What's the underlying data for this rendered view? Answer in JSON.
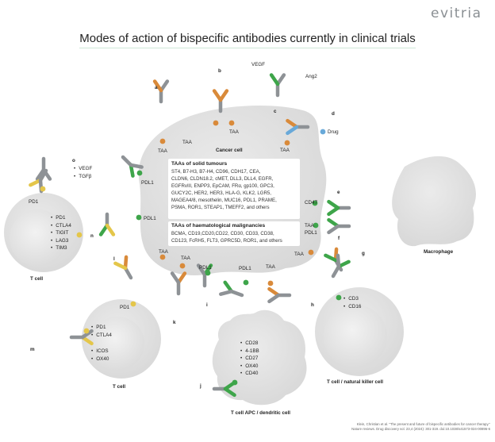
{
  "brand": "evitria",
  "title": "Modes of action of bispecific antibodies currently in clinical trials",
  "cells": {
    "cancer": "Cancer cell",
    "macrophage": "Macrophage",
    "t_cell_left": "T cell",
    "t_cell_bottom": "T cell",
    "apc": "T cell APC / dendritic cell",
    "nk": "T cell / natural killer cell"
  },
  "solid": {
    "heading": "TAAs of solid tumours",
    "lines": [
      "ST4, B7-H3, B7-H4, CD96, CDH17, CEA,",
      "CLDN6, CLDN18.2, cMET, DLL3, DLL4, EGFR,",
      "EGFRvIII, ENPP3, EpCAM, FRα, gp100, GPC3,",
      "GUCY2C, HER2, HER3, HLA-G, KLK2, LGR5,",
      "MAGEA4/8, mesothelin, MUC16, PDL1, PRAME,",
      "PSMA, ROR1, STEAP1, TMEFF2, and others"
    ]
  },
  "haem": {
    "heading": "TAAs of haematological malignancies",
    "lines": [
      "BCMA, CD19,CD20,CD22, CD30, CD33, CD38,",
      "CD123, FcRH5, FLT3, GPRC5D, ROR1, and others"
    ]
  },
  "markers": {
    "tcell_left": [
      "PD1",
      "CTLA4",
      "TIGIT",
      "LAG3",
      "TIM3"
    ],
    "tcell_bottom_top": [
      "PD1",
      "CTLA4"
    ],
    "tcell_bottom_low": [
      "ICOS",
      "OX40"
    ],
    "apc": [
      "CD28",
      "4-1BB",
      "CD27",
      "OX40",
      "CD40"
    ],
    "nk": [
      "CD3",
      "CD16"
    ],
    "o_targets": [
      "VEGF",
      "TGFβ"
    ]
  },
  "labels": {
    "taa": "TAA",
    "pdl1": "PDL1",
    "pd1": "PD1",
    "vegf": "VEGF",
    "ang2": "Ang2",
    "drug": "Drug",
    "cd47": "CD47",
    "a": "a",
    "b": "b",
    "c": "c",
    "d": "d",
    "e": "e",
    "f": "f",
    "g": "g",
    "h": "h",
    "i": "i",
    "j": "j",
    "k": "k",
    "l": "l",
    "m": "m",
    "n": "n",
    "o": "o"
  },
  "citation": [
    "Klein, Christian et al. \"The present and future of bispecific antibodies for cancer therapy.\"",
    "Nature reviews. Drug discovery vol. 23,4 (2024): 301-319. doi:10.1038/s41573-024-00896-6"
  ],
  "colors": {
    "gray": "#8e9296",
    "orange": "#d98a3a",
    "green": "#3ea54a",
    "yellow": "#e4c64a",
    "blue": "#69a9d9",
    "cell": "#e6e6e6"
  }
}
